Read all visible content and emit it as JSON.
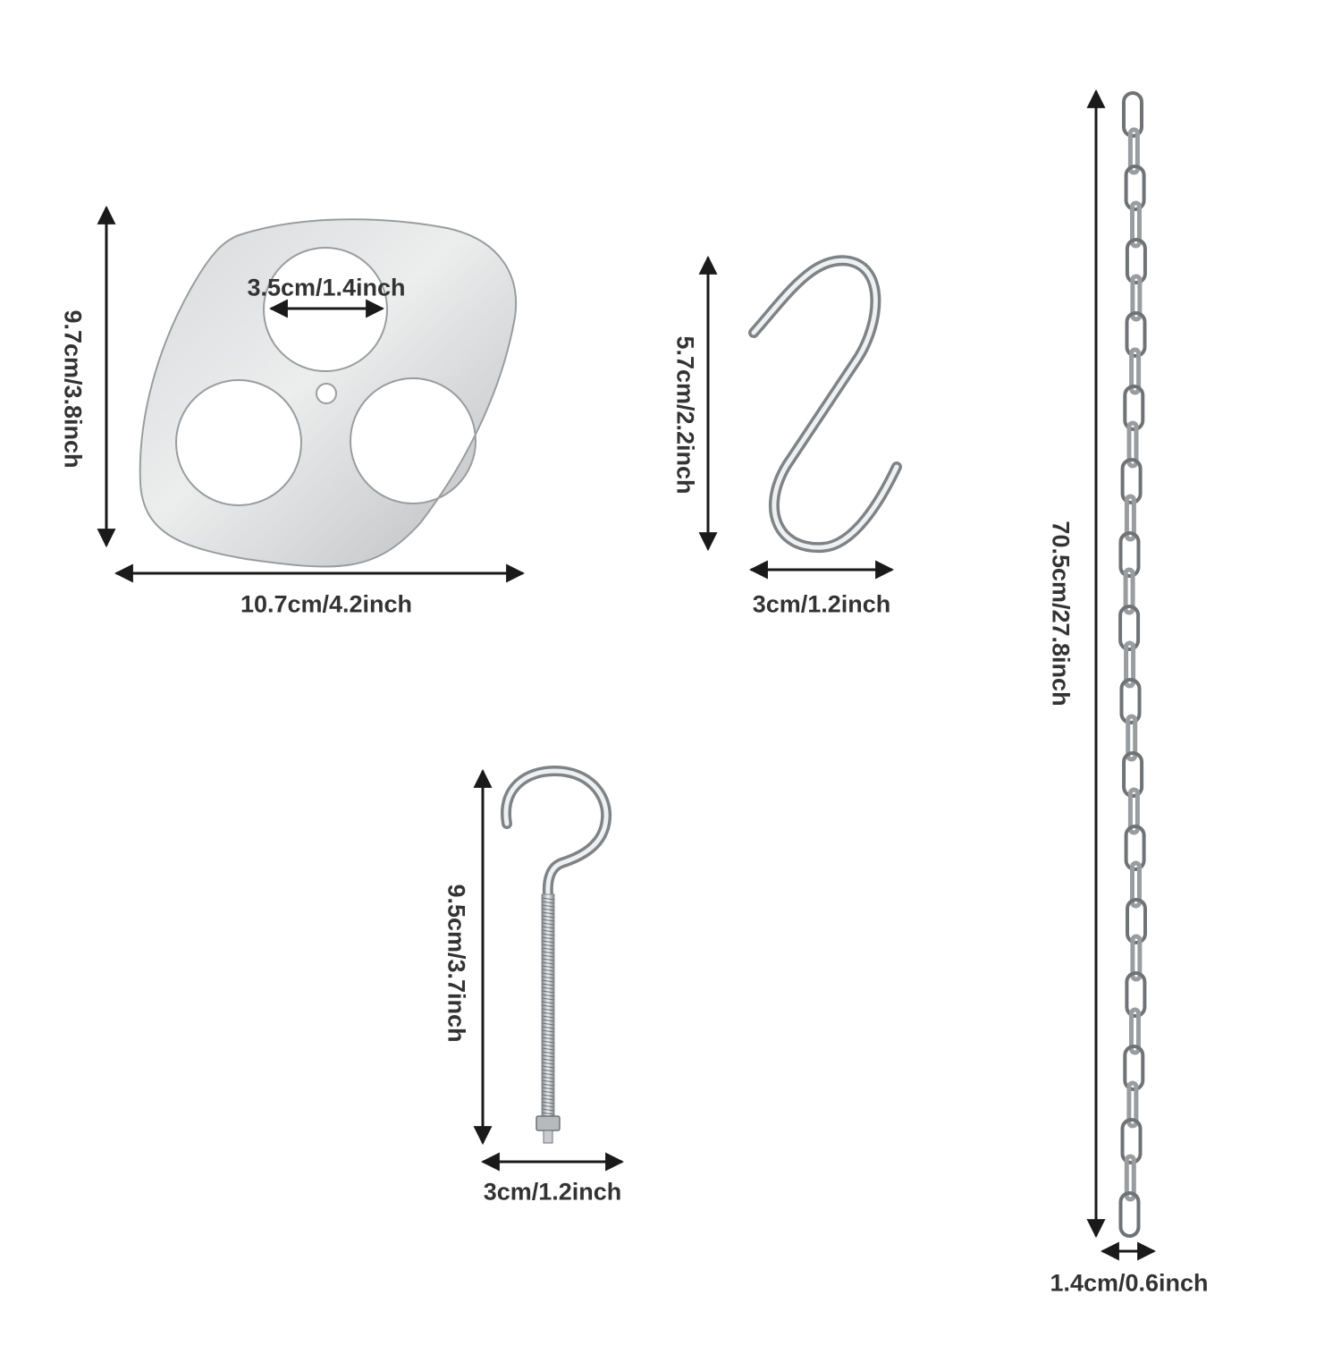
{
  "colors": {
    "background": "#ffffff",
    "metal_light": "#e9eaeb",
    "metal_mid": "#c4c6c8",
    "metal_dark": "#8c8f92",
    "arrow": "#1a1a1a",
    "label": "#333333"
  },
  "products": {
    "plate": {
      "icon": "triangle-plate-icon",
      "height_label": "9.7cm/3.8inch",
      "width_label": "10.7cm/4.2inch",
      "hole_label": "3.5cm/1.4inch"
    },
    "s_hook": {
      "icon": "s-hook-icon",
      "height_label": "5.7cm/2.2inch",
      "width_label": "3cm/1.2inch"
    },
    "eye_hook": {
      "icon": "threaded-hook-icon",
      "height_label": "9.5cm/3.7inch",
      "width_label": "3cm/1.2inch"
    },
    "chain": {
      "icon": "chain-icon",
      "length_label": "70.5cm/27.8inch",
      "width_label": "1.4cm/0.6inch"
    }
  }
}
